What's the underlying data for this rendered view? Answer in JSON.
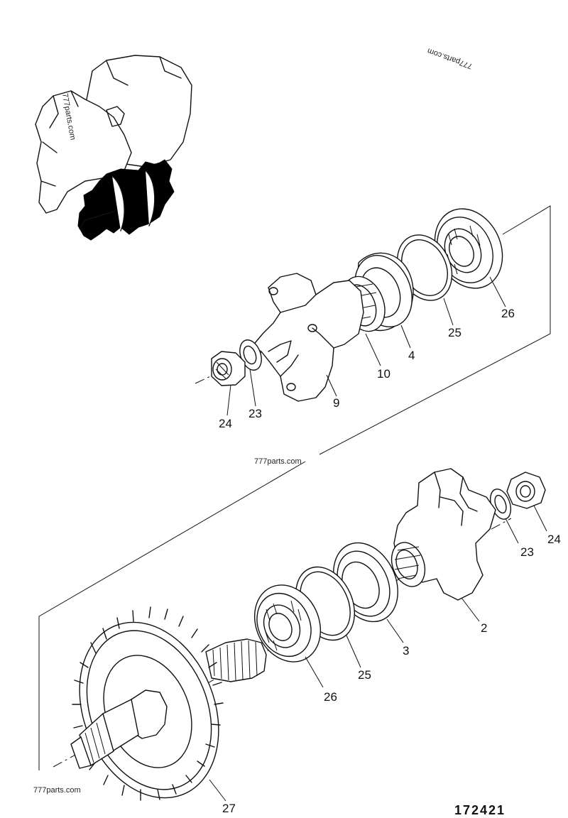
{
  "diagram": {
    "drawing_number": "172421",
    "watermarks": [
      "777parts.com",
      "777parts.com",
      "777parts.com",
      "777parts.com"
    ],
    "callouts": {
      "upper": [
        "26",
        "25",
        "4",
        "10",
        "9",
        "24",
        "23"
      ],
      "lower": [
        "24",
        "23",
        "2",
        "3",
        "25",
        "26",
        "27"
      ]
    }
  }
}
